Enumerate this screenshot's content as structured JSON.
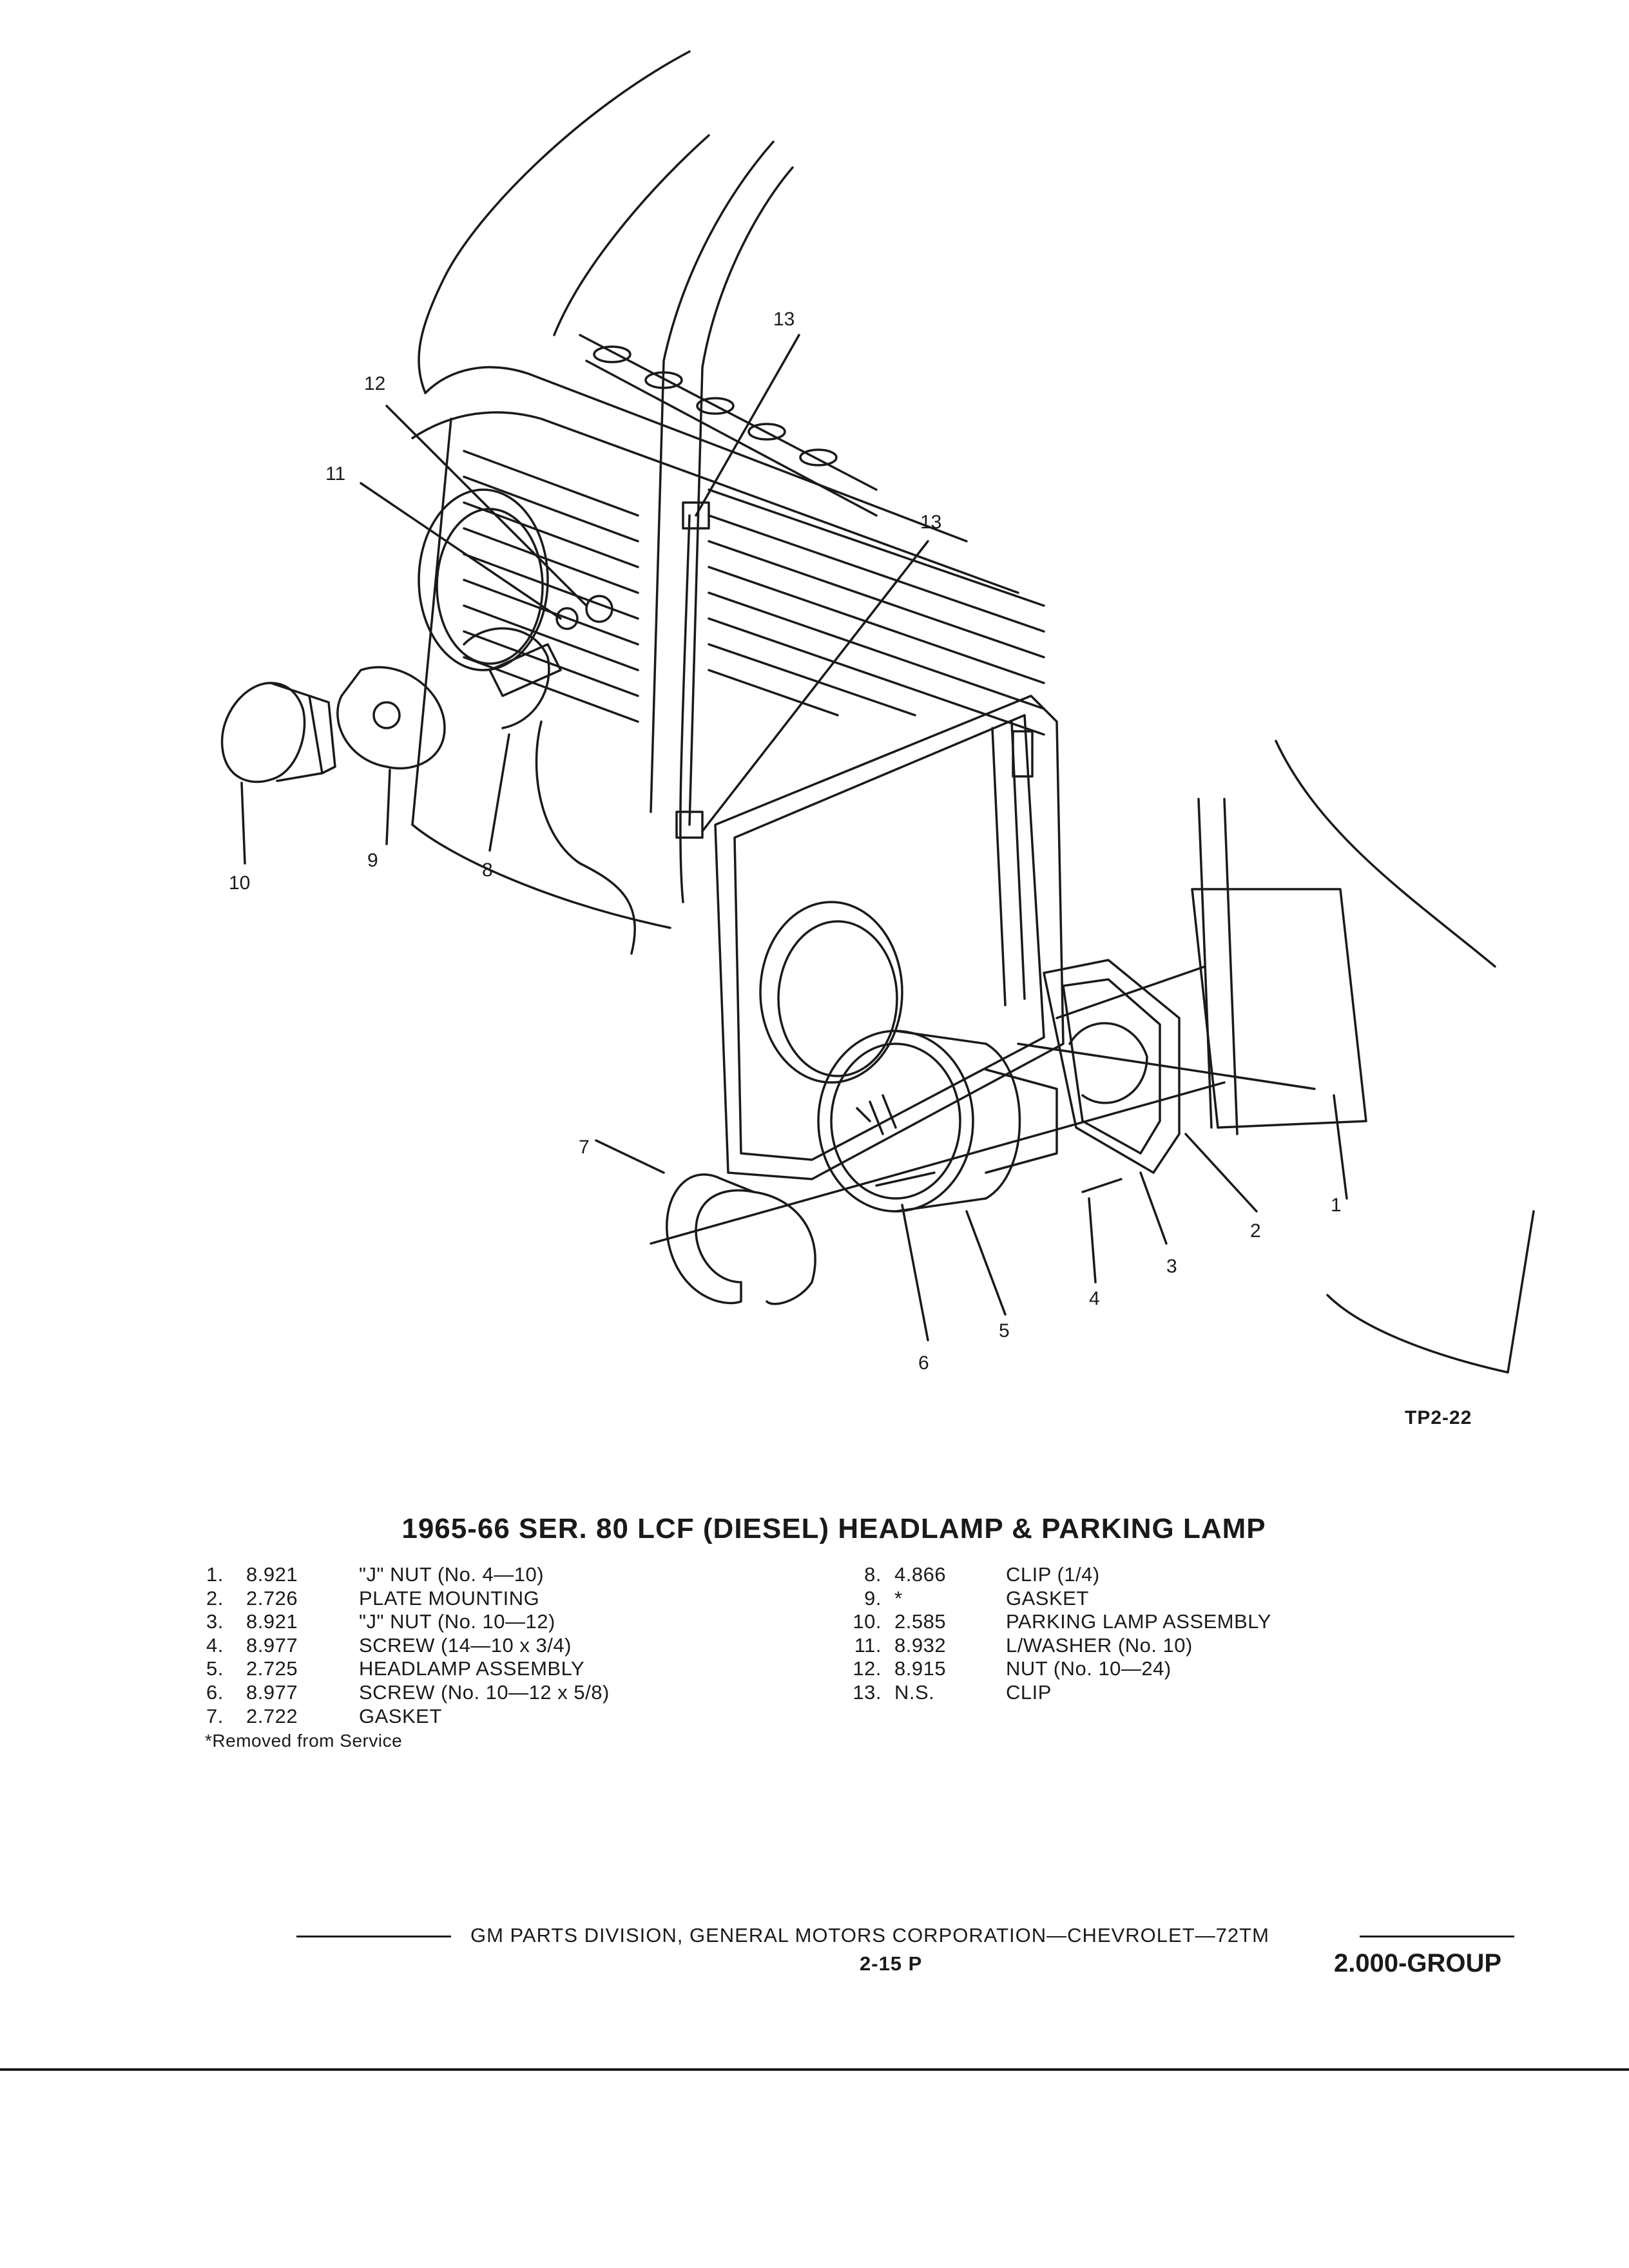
{
  "diagram": {
    "callouts": [
      "1",
      "2",
      "3",
      "4",
      "5",
      "6",
      "7",
      "8",
      "9",
      "10",
      "11",
      "12",
      "13",
      "13"
    ],
    "code": "TP2-22"
  },
  "title": "1965-66 SER. 80 LCF (DIESEL) HEADLAMP & PARKING LAMP",
  "parts_left": [
    {
      "num": "1.",
      "part": "8.921",
      "desc": "\"J\" NUT (No. 4—10)"
    },
    {
      "num": "2.",
      "part": "2.726",
      "desc": "PLATE MOUNTING"
    },
    {
      "num": "3.",
      "part": "8.921",
      "desc": "\"J\" NUT (No. 10—12)"
    },
    {
      "num": "4.",
      "part": "8.977",
      "desc": "SCREW (14—10 x 3/4)"
    },
    {
      "num": "5.",
      "part": "2.725",
      "desc": "HEADLAMP ASSEMBLY"
    },
    {
      "num": "6.",
      "part": "8.977",
      "desc": "SCREW (No. 10—12 x 5/8)"
    },
    {
      "num": "7.",
      "part": "2.722",
      "desc": "GASKET"
    }
  ],
  "parts_right": [
    {
      "num": "8.",
      "part": "4.866",
      "desc": "CLIP (1/4)"
    },
    {
      "num": "9.",
      "part": "*",
      "desc": "GASKET"
    },
    {
      "num": "10.",
      "part": "2.585",
      "desc": "PARKING LAMP ASSEMBLY"
    },
    {
      "num": "11.",
      "part": "8.932",
      "desc": "L/WASHER (No. 10)"
    },
    {
      "num": "12.",
      "part": "8.915",
      "desc": "NUT (No. 10—24)"
    },
    {
      "num": "13.",
      "part": "N.S.",
      "desc": "CLIP"
    }
  ],
  "note": "*Removed from Service",
  "footer": {
    "text": "GM PARTS DIVISION, GENERAL MOTORS CORPORATION—CHEVROLET—72TM",
    "page": "2-15  P",
    "group": "2.000-GROUP"
  }
}
